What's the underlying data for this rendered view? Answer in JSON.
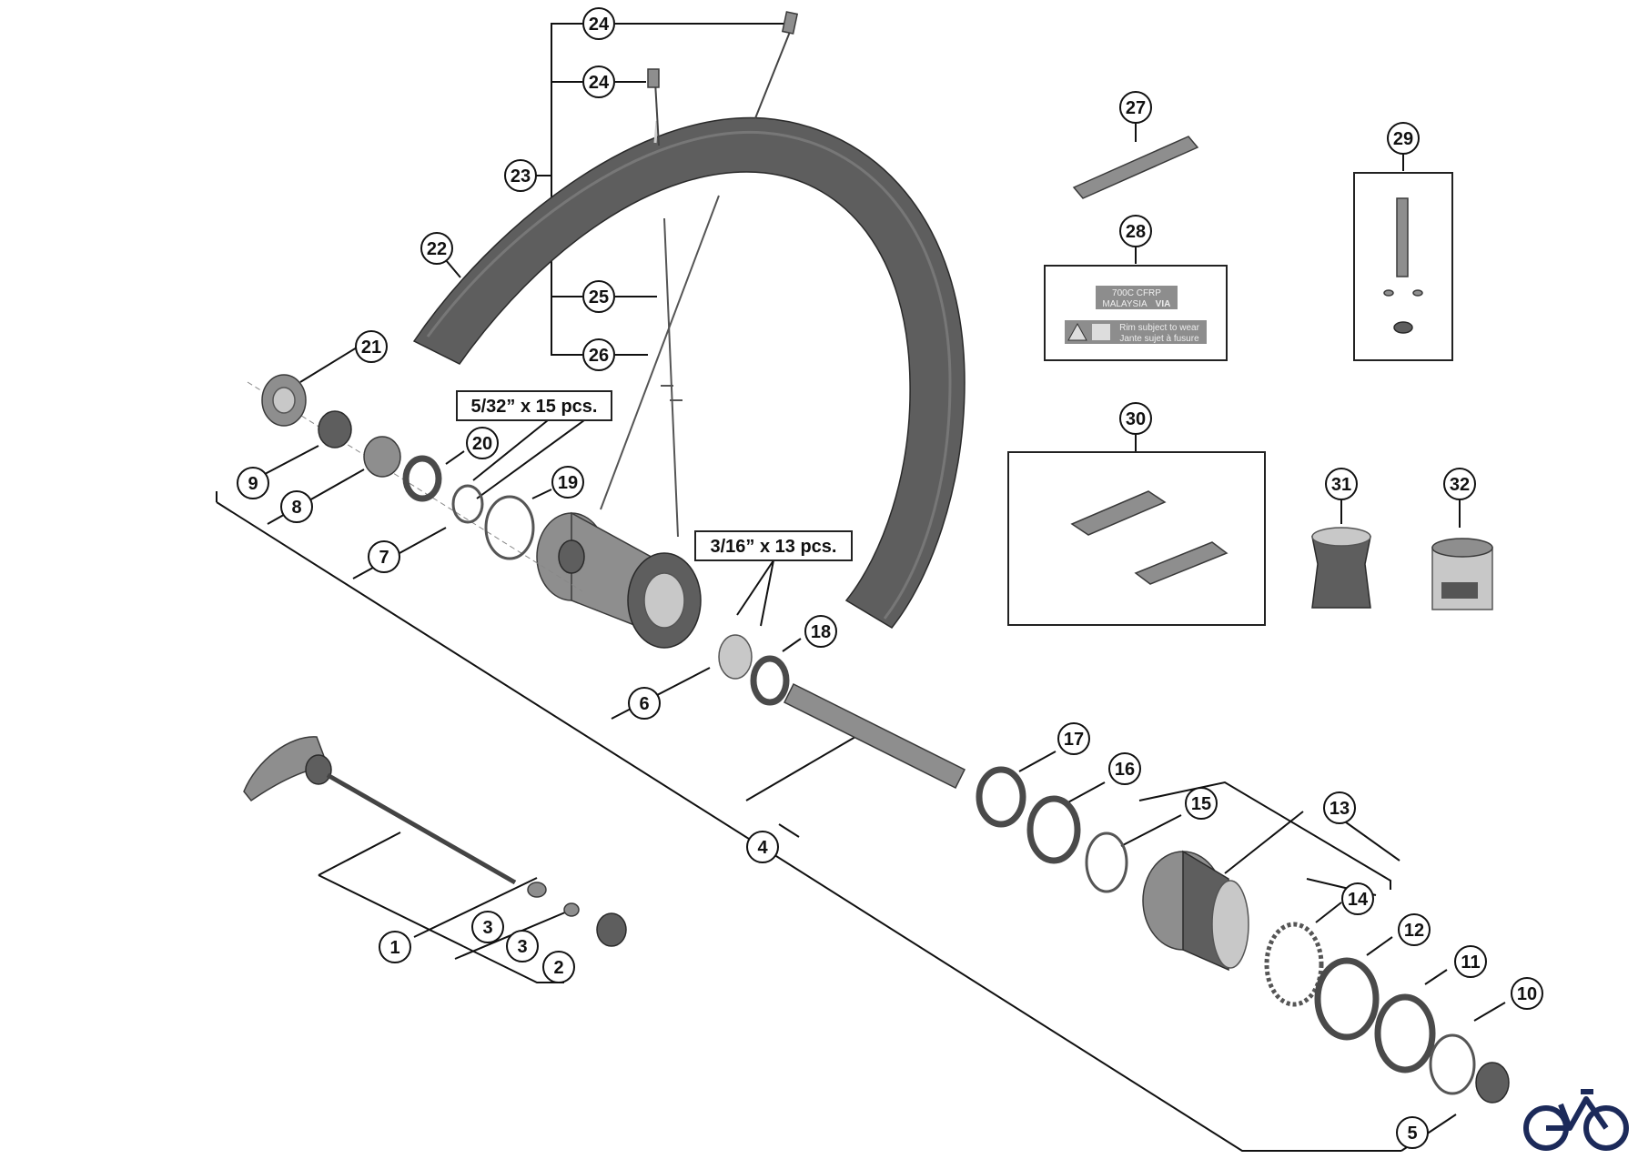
{
  "callouts": [
    {
      "id": "c1",
      "label": "1"
    },
    {
      "id": "c2",
      "label": "2"
    },
    {
      "id": "c3a",
      "label": "3"
    },
    {
      "id": "c3b",
      "label": "3"
    },
    {
      "id": "c4",
      "label": "4"
    },
    {
      "id": "c5",
      "label": "5"
    },
    {
      "id": "c6",
      "label": "6"
    },
    {
      "id": "c7",
      "label": "7"
    },
    {
      "id": "c8",
      "label": "8"
    },
    {
      "id": "c9",
      "label": "9"
    },
    {
      "id": "c10",
      "label": "10"
    },
    {
      "id": "c11",
      "label": "11"
    },
    {
      "id": "c12",
      "label": "12"
    },
    {
      "id": "c13",
      "label": "13"
    },
    {
      "id": "c14",
      "label": "14"
    },
    {
      "id": "c15",
      "label": "15"
    },
    {
      "id": "c16",
      "label": "16"
    },
    {
      "id": "c17",
      "label": "17"
    },
    {
      "id": "c18",
      "label": "18"
    },
    {
      "id": "c19",
      "label": "19"
    },
    {
      "id": "c20",
      "label": "20"
    },
    {
      "id": "c21",
      "label": "21"
    },
    {
      "id": "c22",
      "label": "22"
    },
    {
      "id": "c23",
      "label": "23"
    },
    {
      "id": "c24a",
      "label": "24"
    },
    {
      "id": "c24b",
      "label": "24"
    },
    {
      "id": "c25",
      "label": "25"
    },
    {
      "id": "c26",
      "label": "26"
    },
    {
      "id": "c27",
      "label": "27"
    },
    {
      "id": "c28",
      "label": "28"
    },
    {
      "id": "c29",
      "label": "29"
    },
    {
      "id": "c30",
      "label": "30"
    },
    {
      "id": "c31",
      "label": "31"
    },
    {
      "id": "c32",
      "label": "32"
    }
  ],
  "spec_labels": {
    "front_balls": "5/32” x 15 pcs.",
    "rear_balls": "3/16” x 13 pcs."
  },
  "rim_label": {
    "line1": "700C  CFRP",
    "line2": "MALAYSIA",
    "brand": "VIA",
    "warn1": "Rim subject to wear",
    "warn2": "Jante sujet à fusure"
  },
  "brand_logo": "bicycle-icon"
}
